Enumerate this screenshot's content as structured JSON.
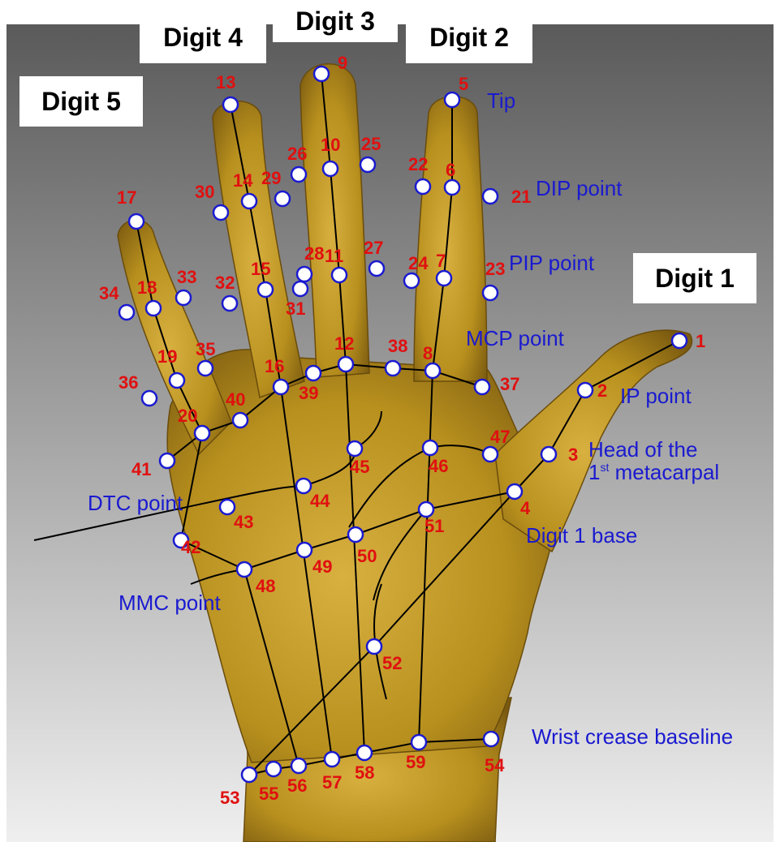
{
  "digit_labels": {
    "digit1": "Digit 1",
    "digit2": "Digit 2",
    "digit3": "Digit 3",
    "digit4": "Digit 4",
    "digit5": "Digit 5"
  },
  "annotations": {
    "tip": "Tip",
    "dip": "DIP point",
    "pip": "PIP point",
    "mcp": "MCP point",
    "ip": "IP point",
    "head_line1": "Head of the",
    "head_line2_num": "1",
    "head_line2_sup": "st",
    "head_line2_rest": " metacarpal",
    "digit1_base": "Digit 1 base",
    "dtc": "DTC point",
    "mmc": "MMC point",
    "wrist": "Wrist crease baseline"
  },
  "landmark_numbers": [
    "1",
    "2",
    "3",
    "4",
    "5",
    "6",
    "7",
    "8",
    "9",
    "10",
    "11",
    "12",
    "13",
    "14",
    "15",
    "16",
    "17",
    "18",
    "19",
    "20",
    "21",
    "22",
    "23",
    "24",
    "25",
    "26",
    "27",
    "28",
    "29",
    "30",
    "31",
    "32",
    "33",
    "34",
    "35",
    "36",
    "37",
    "38",
    "39",
    "40",
    "41",
    "42",
    "43",
    "44",
    "45",
    "46",
    "47",
    "48",
    "49",
    "50",
    "51",
    "52",
    "53",
    "54",
    "55",
    "56",
    "57",
    "58",
    "59"
  ],
  "colors": {
    "skin": "#b8901e",
    "background_top": "#5a5a5a",
    "background_bottom": "#efefef",
    "number_red": "#e01010",
    "annotation_blue": "#1a1ad0",
    "point_fill": "#ffffff",
    "point_stroke": "#1a1ad0"
  }
}
